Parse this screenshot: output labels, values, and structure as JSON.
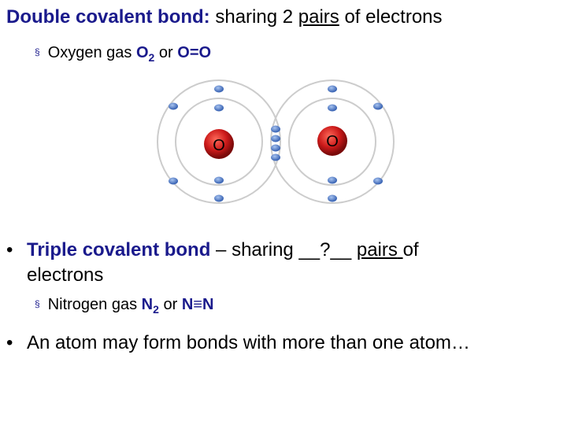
{
  "title": {
    "bold": "Double covalent bond:",
    "rest_pre": "sharing 2",
    "underlined": "pairs",
    "rest_post": "of electrons"
  },
  "oxygen_bullet": {
    "marker": "§",
    "label": "Oxygen gas",
    "formula_base": "O",
    "formula_sub": "2",
    "or": "or",
    "structural": "O=O"
  },
  "diagram": {
    "left_atom_label": "O",
    "right_atom_label": "O"
  },
  "triple_bullet": {
    "marker": "•",
    "bold": "Triple covalent bond",
    "middle": "– sharing __?__",
    "underlined": "pairs",
    "tail_inline": "of",
    "tail_line2": "electrons"
  },
  "nitrogen_bullet": {
    "marker": "§",
    "label": "Nitrogen gas",
    "formula_base": "N",
    "formula_sub": "2",
    "or": "or",
    "structural": "N≡N"
  },
  "atom_bullet": {
    "marker": "•",
    "text": "An atom may form bonds with more than one atom…"
  },
  "colors": {
    "accent": "#1a1a8c",
    "nucleus": "#cc1a1a",
    "electron": "#4a78c8",
    "orbit": "#c8c8c8"
  }
}
